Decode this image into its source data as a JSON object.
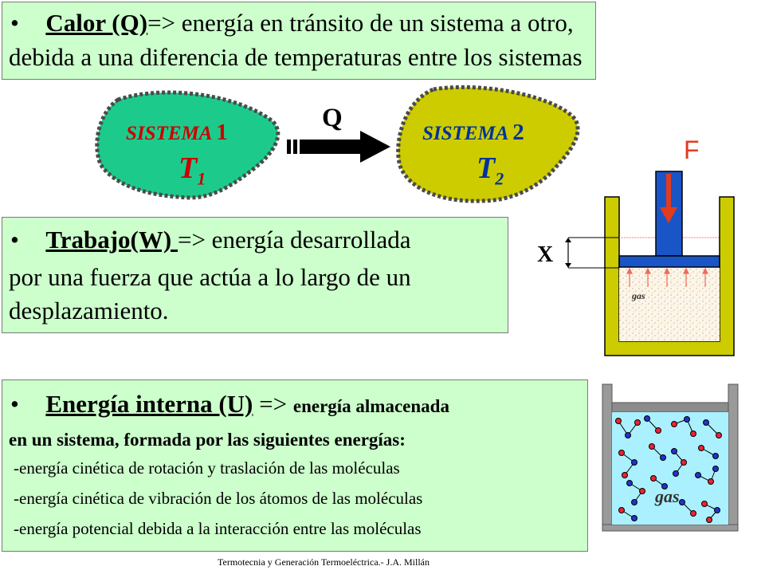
{
  "calor": {
    "bullet": "•",
    "term": "Calor (Q)",
    "arrow": "=> energía en tránsito de un sistema a otro,",
    "line2": "debida a una diferencia de temperaturas entre los sistemas"
  },
  "sistemas": {
    "s1_label": "SISTEMA",
    "s1_num": "1",
    "s1_temp": "T",
    "s1_sub": "1",
    "s2_label": "SISTEMA",
    "s2_num": "2",
    "s2_temp": "T",
    "s2_sub": "2",
    "flow_label": "Q"
  },
  "trabajo": {
    "bullet": "•",
    "term": "Trabajo(W) ",
    "arrow": "=> energía desarrollada",
    "line2": "por una fuerza que actúa a lo largo de un",
    "line3": "desplazamiento."
  },
  "piston": {
    "force_label": "F",
    "disp_label": "X",
    "gas_label": "gas"
  },
  "energia": {
    "bullet": "•",
    "term": "Energía interna (U)",
    "arrow": " => ",
    "lead": "energía almacenada",
    "line2": "en un sistema, formada por las siguientes energías:",
    "items": [
      "-energía cinética de rotación y traslación de las moléculas",
      "-energía cinética de vibración de los átomos de las moléculas",
      "-energía potencial debida a la interacción entre las moléculas"
    ]
  },
  "container": {
    "gas_label": "gas"
  },
  "footer": "Termotecnia y Generación Termoeléctrica.- J.A. Millán",
  "colors": {
    "box_bg": "#ccffcc",
    "sistema1_fill": "#1ccb8c",
    "sistema2_fill": "#cccc00",
    "sistema_text": "#cc0000",
    "piston_blue": "#1a55c8",
    "cylinder_yellow": "#cccc00",
    "force_red": "#e33b1e",
    "gas_bg": "#aaf0ff"
  }
}
